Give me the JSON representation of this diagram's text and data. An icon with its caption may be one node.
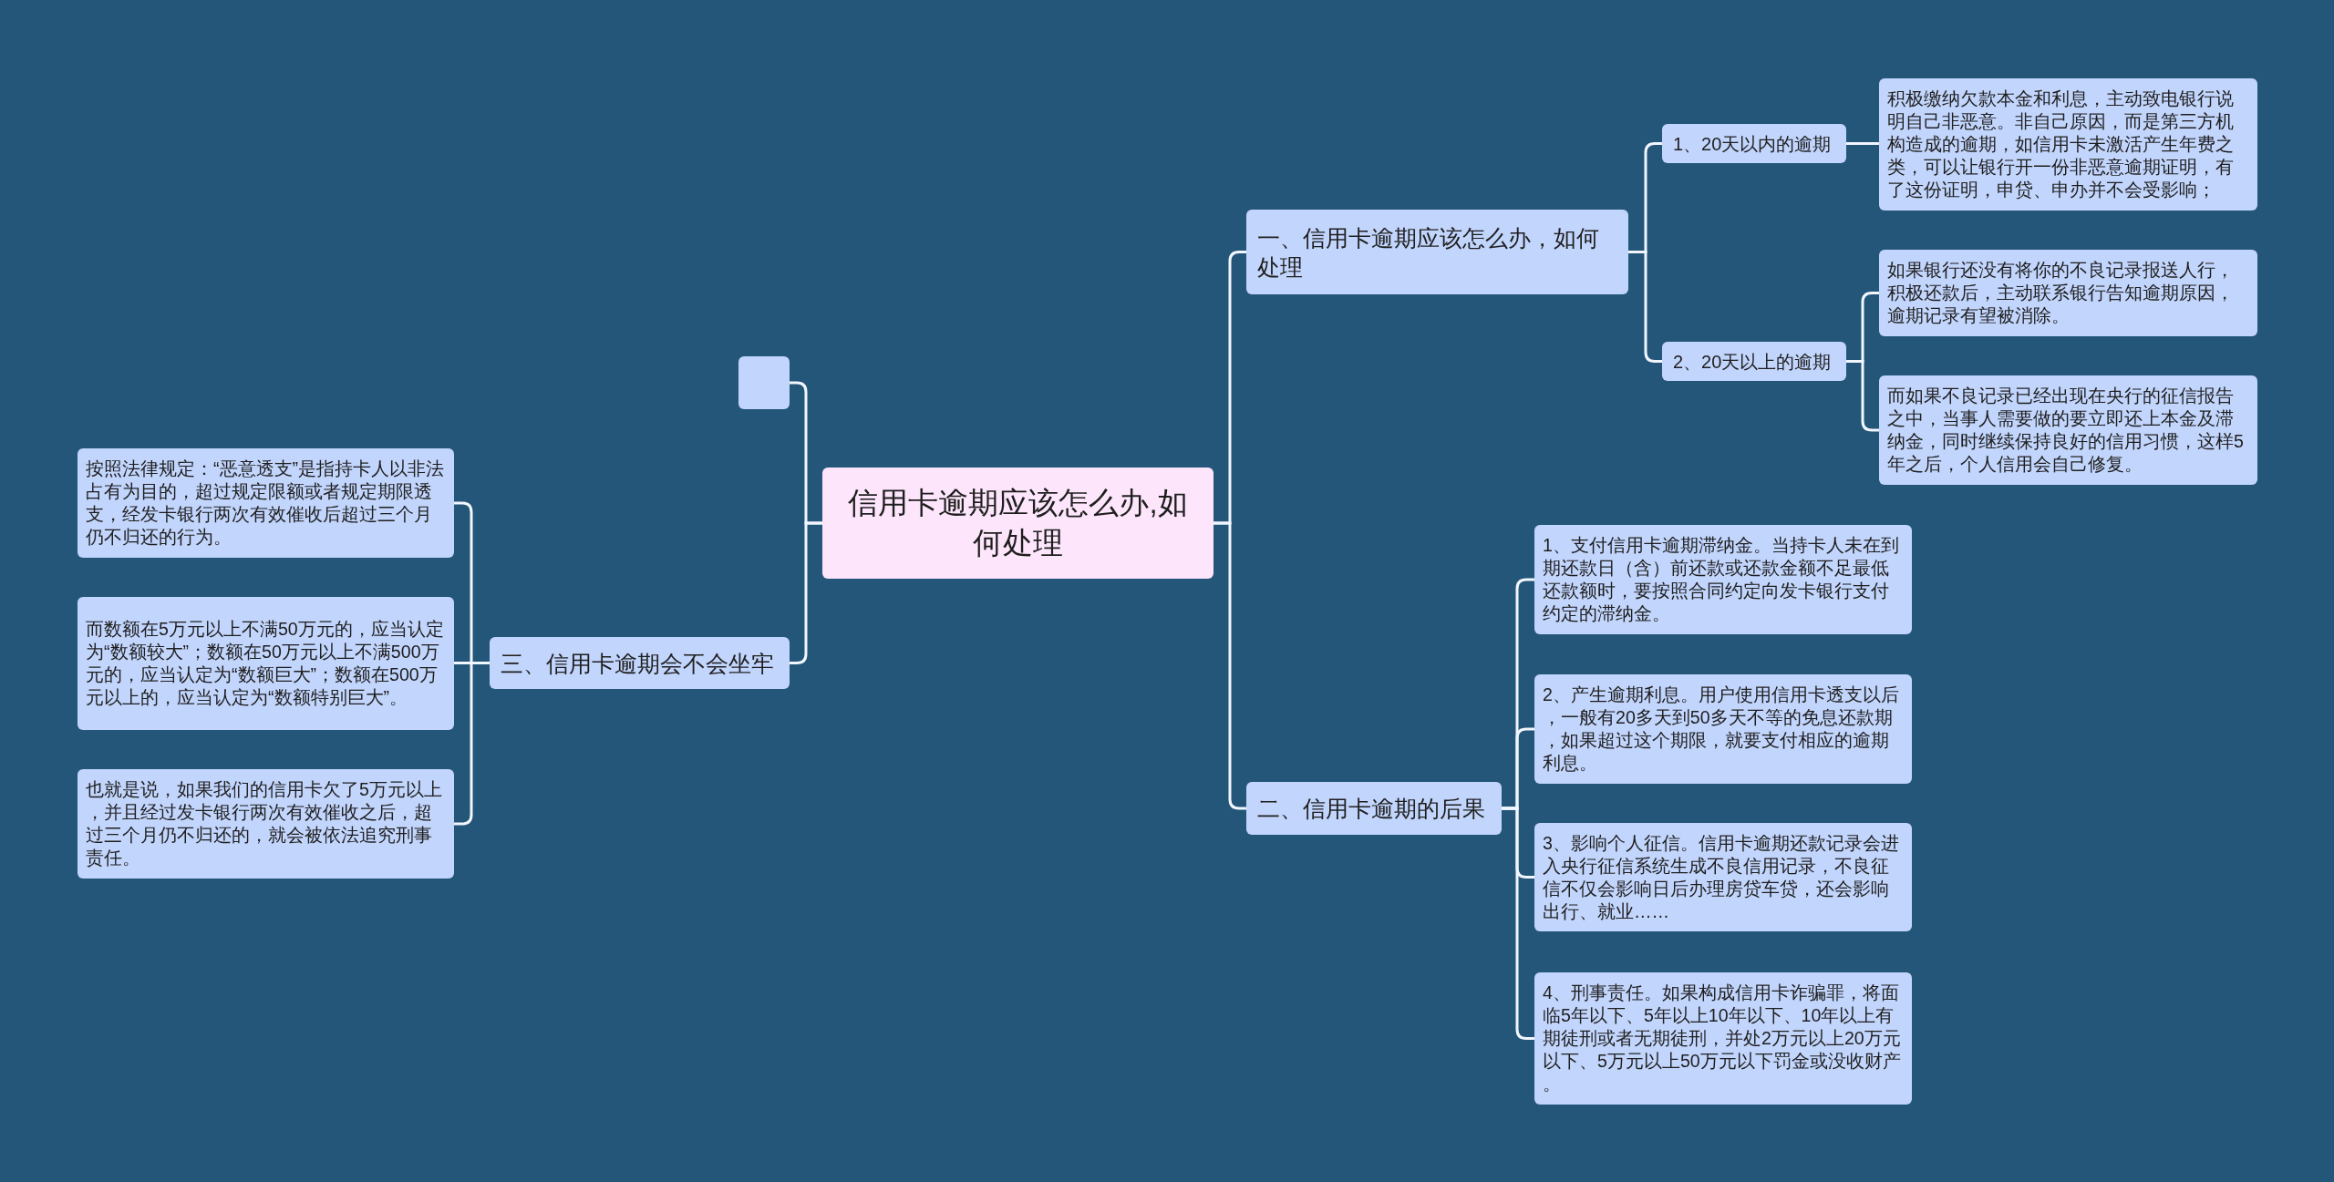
{
  "diagram": {
    "nodes": [
      {
        "text": [
          "信用卡逾期应该怎么办,如何处理"
        ]
      },
      {
        "text": [
          "一、信用卡逾期应该怎么办，如何处理"
        ]
      },
      {
        "text": [
          "1、20天以内的逾期"
        ]
      },
      {
        "text": [
          "积极缴纳欠款本金和利息，主动致电银行说明自己非恶意。非自己原因，而是第三方机构造成的逾期，如信用卡未激活产生年费之类，可以让银行开一份非恶意逾期证明，有了这份证明，申贷、申办并不会受影响；"
        ]
      },
      {
        "text": [
          "2、20天以上的逾期"
        ]
      },
      {
        "text": [
          "如果银行还没有将你的不良记录报送人行，积极还款后，主动联系银行告知逾期原因，逾期记录有望被消除。"
        ]
      },
      {
        "text": [
          "而如果不良记录已经出现在央行的征信报告之中，当事人需要做的要立即还上本金及滞纳金，同时继续保持良好的信用习惯，这样5年之后，个人信用会自己修复。"
        ]
      },
      {
        "text": [
          "二、信用卡逾期的后果"
        ]
      },
      {
        "text": [
          "1、支付信用卡逾期滞纳金。当持卡人未在到期还款日（含）前还款或还款金额不足最低还款额时，要按照合同约定向发卡银行支付约定的滞纳金。"
        ]
      },
      {
        "text": [
          "2、产生逾期利息。用户使用信用卡透支以后，一般有20多天到50多天不等的免息还款期，如果超过这个期限，就要支付相应的逾期利息。"
        ]
      },
      {
        "text": [
          "3、影响个人征信。信用卡逾期还款记录会进入央行征信系统生成不良信用记录，不良征信不仅会影响日后办理房贷车贷，还会影响出行、就业……"
        ]
      },
      {
        "text": [
          "4、刑事责任。如果构成信用卡诈骗罪，将面临5年以下、5年以上10年以下、10年以上有期徒刑或者无期徒刑，并处2万元以上20万元以下、5万元以上50万元以下罚金或没收财产。"
        ]
      },
      {
        "text": [],
        "shape": "box"
      },
      {
        "text": [
          "三、信用卡逾期会不会坐牢"
        ]
      },
      {
        "text": [
          "按照法律规定：“恶意透支”是指持卡人以非法占有为目的，超过规定限额或者规定期限透支，经发卡银行两次有效催收后超过三个月仍不归还的行为。"
        ]
      },
      {
        "text": [
          "而数额在5万元以上不满50万元的，应当认定为“数额较大”；数额在50万元以上不满500万元的，应当认定为“数额巨大”；数额在500万元以上的，应当认定为“数额特别巨大”。"
        ]
      },
      {
        "text": [
          "也就是说，如果我们的信用卡欠了5万元以上，并且经过发卡银行两次有效催收之后，超过三个月仍不归还的，就会被依法追究刑事责任。"
        ]
      }
    ],
    "edges": [
      {
        "from": 0,
        "to": 1,
        "arrow": "none"
      },
      {
        "from": 1,
        "to": 2,
        "arrow": "none"
      },
      {
        "from": 2,
        "to": 3,
        "arrow": "none"
      },
      {
        "from": 1,
        "to": 4,
        "arrow": "none"
      },
      {
        "from": 4,
        "to": 5,
        "arrow": "none"
      },
      {
        "from": 4,
        "to": 6,
        "arrow": "none"
      },
      {
        "from": 0,
        "to": 7,
        "arrow": "none"
      },
      {
        "from": 7,
        "to": 8,
        "arrow": "none"
      },
      {
        "from": 7,
        "to": 9,
        "arrow": "none"
      },
      {
        "from": 7,
        "to": 10,
        "arrow": "none"
      },
      {
        "from": 7,
        "to": 11,
        "arrow": "none"
      },
      {
        "from": 0,
        "to": 12,
        "arrow": "none"
      },
      {
        "from": 0,
        "to": 13,
        "arrow": "none"
      },
      {
        "from": 13,
        "to": 14,
        "arrow": "none"
      },
      {
        "from": 13,
        "to": 15,
        "arrow": "none"
      },
      {
        "from": 13,
        "to": 16,
        "arrow": "none"
      }
    ]
  }
}
